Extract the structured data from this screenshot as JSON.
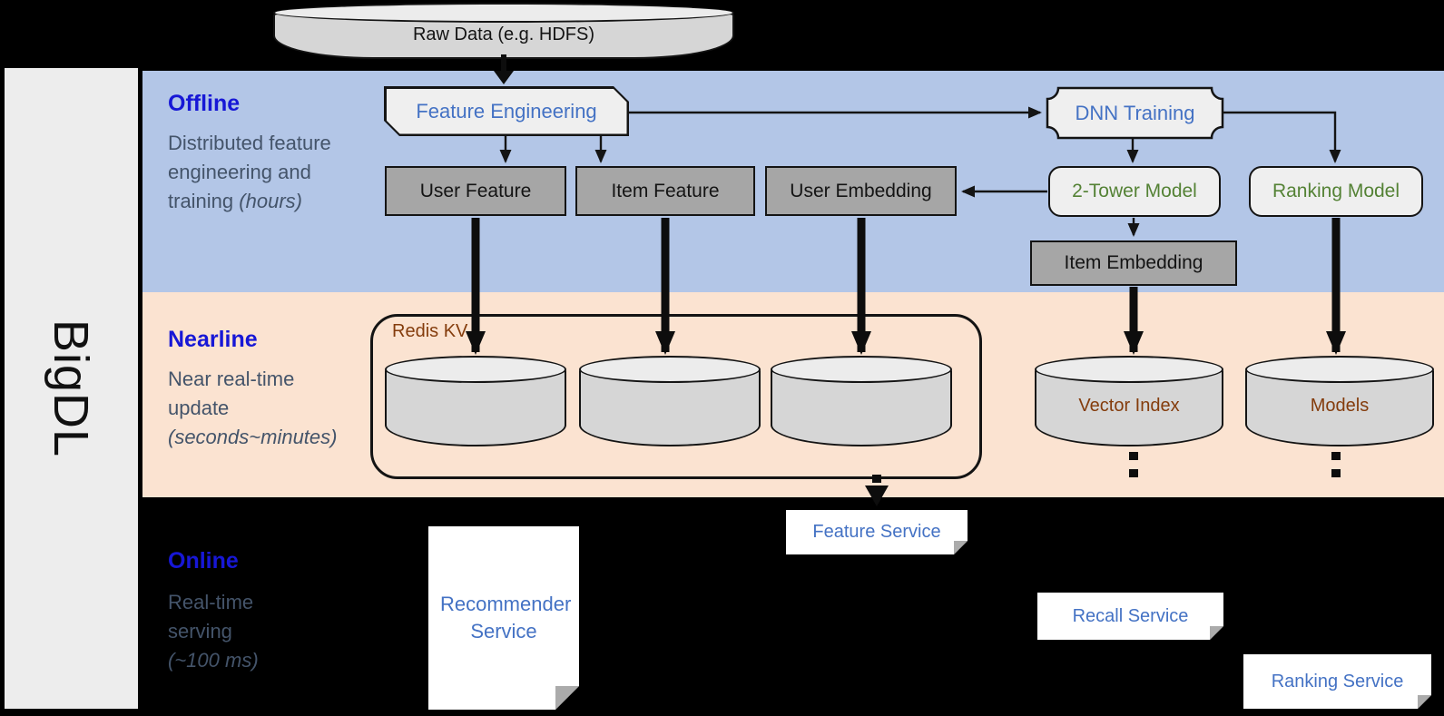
{
  "brand": {
    "label": "BigDL"
  },
  "raw_data": {
    "label": "Raw Data (e.g. HDFS)"
  },
  "colors": {
    "band_offline": "#b3c6e7",
    "band_nearline": "#fbe3d1",
    "accent_blue": "#4472c4",
    "section_blue": "#1717d6",
    "desc_gray": "#44546a",
    "model_green": "#548235",
    "storage_brown": "#843c0c"
  },
  "offline": {
    "title": "Offline",
    "description": "Distributed feature engineering and training",
    "description_italic": "(hours)",
    "boxes": {
      "feature_engineering": "Feature Engineering",
      "dnn_training": "DNN Training",
      "user_feature": "User Feature",
      "item_feature": "Item Feature",
      "user_embedding": "User Embedding",
      "two_tower_model": "2-Tower Model",
      "ranking_model": "Ranking Model",
      "item_embedding": "Item Embedding"
    }
  },
  "nearline": {
    "title": "Nearline",
    "description": "Near real-time update",
    "description_italic": "(seconds~minutes)",
    "redis_label": "Redis KV",
    "vector_index": "Vector Index",
    "models": "Models"
  },
  "online": {
    "title": "Online",
    "description": "Real-time serving",
    "description_italic": "(~100 ms)",
    "services": {
      "recommender": "Recommender Service",
      "feature": "Feature Service",
      "recall": "Recall Service",
      "ranking": "Ranking Service"
    }
  }
}
